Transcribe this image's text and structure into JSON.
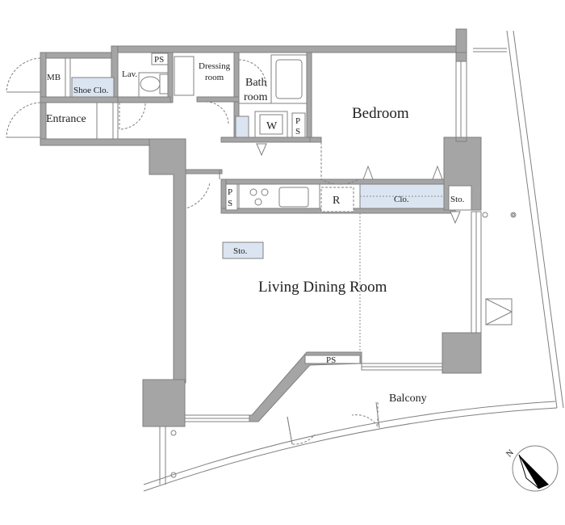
{
  "rooms": {
    "mb": "MB",
    "shoe_closet": "Shoe Clo.",
    "entrance": "Entrance",
    "lavatory": "Lav.",
    "ps_top": "PS",
    "dressing_line1": "Dressing",
    "dressing_line2": "room",
    "bath_line1": "Bath",
    "bath_line2": "room",
    "bedroom": "Bedroom",
    "washer": "W",
    "ps_mid_top": "P",
    "ps_mid_bottom": "S",
    "ps_kitchen_top": "P",
    "ps_kitchen_bottom": "S",
    "refrigerator": "R",
    "closet": "Clo.",
    "storage_right": "Sto.",
    "storage_living": "Sto.",
    "living": "Living Dining Room",
    "ps_balcony": "PS",
    "balcony": "Balcony"
  },
  "compass": {
    "label": "N",
    "icon": "north-arrow-icon"
  },
  "colors": {
    "wall": "#a5a5a5",
    "storage": "#dbe5f1",
    "line": "#808080"
  }
}
